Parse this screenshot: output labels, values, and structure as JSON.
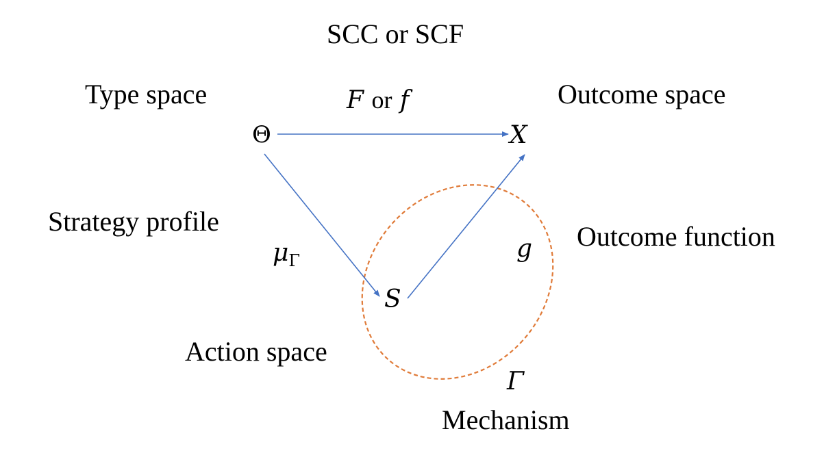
{
  "title": "SCC or SCF",
  "labels": {
    "type_space": "Type space",
    "outcome_space": "Outcome space",
    "strategy_profile": "Strategy profile",
    "outcome_function": "Outcome function",
    "action_space": "Action space",
    "mechanism": "Mechanism"
  },
  "symbols": {
    "theta": "Θ",
    "x": "X",
    "s": "S",
    "f_upper": "F",
    "or": "or",
    "f_lower": "f",
    "mu": "μ",
    "mu_sub": "Γ",
    "g": "g",
    "gamma": "Γ"
  },
  "colors": {
    "arrow": "#4472C4",
    "mechanism_ellipse": "#E07B39",
    "text": "#000000"
  }
}
